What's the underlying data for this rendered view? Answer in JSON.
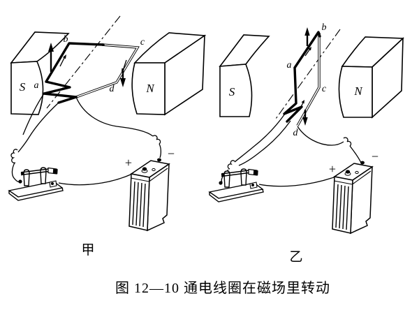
{
  "figure": {
    "caption": "图 12—10  通电线圈在磁场里转动",
    "scenes": [
      {
        "label": "甲",
        "left_pole": "S",
        "right_pole": "N",
        "coil": {
          "a": "a",
          "b": "b",
          "c": "c",
          "d": "d"
        },
        "battery_plus": "+",
        "battery_minus": "−"
      },
      {
        "label": "乙",
        "left_pole": "S",
        "right_pole": "N",
        "coil": {
          "a": "a",
          "b": "b",
          "c": "c",
          "d": "d"
        },
        "battery_plus": "+",
        "battery_minus": "−"
      }
    ]
  }
}
